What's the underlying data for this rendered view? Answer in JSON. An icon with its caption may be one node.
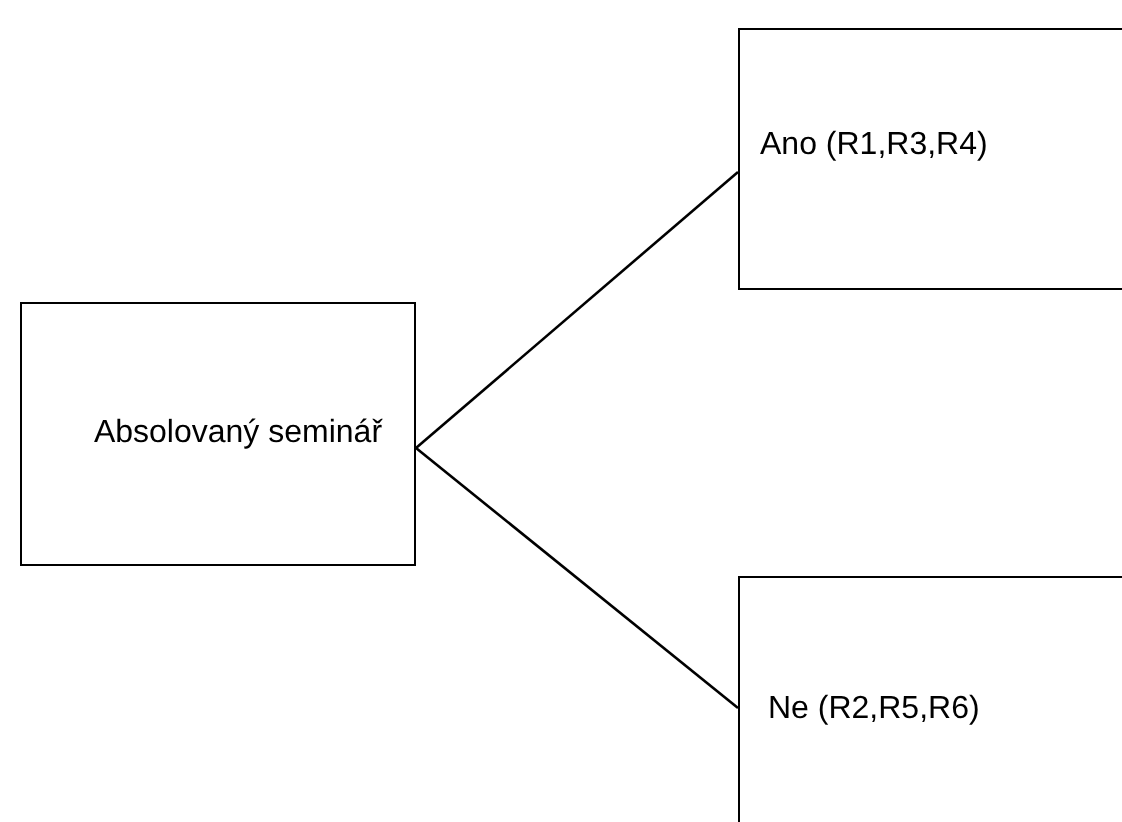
{
  "diagram": {
    "nodes": [
      {
        "text": [
          "Absolovaný seminář"
        ]
      },
      {
        "text": [
          "Ano (R1,R3,R4)"
        ]
      },
      {
        "text": [
          "Ne (R2,R5,R6)"
        ]
      }
    ],
    "edges": [
      {
        "from": 0,
        "to": 1,
        "arrow": "none"
      },
      {
        "from": 0,
        "to": 2,
        "arrow": "none"
      }
    ]
  }
}
